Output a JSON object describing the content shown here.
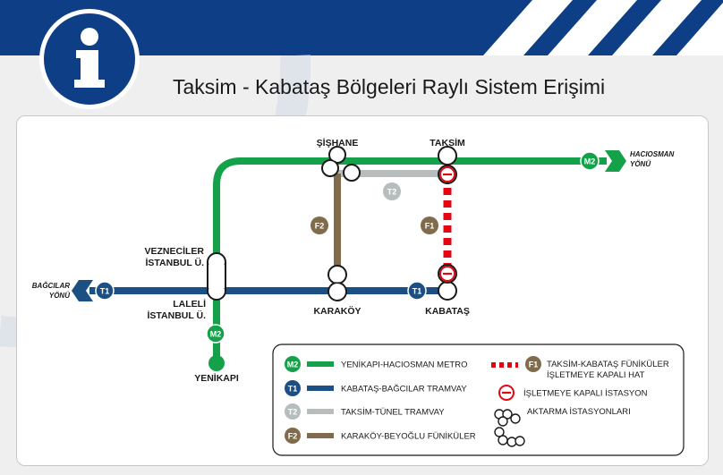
{
  "title": "Taksim - Kabataş Bölgeleri Raylı Sistem Erişimi",
  "colors": {
    "header": "#0e3e86",
    "m2": "#15a04a",
    "t1": "#1c4f83",
    "t2": "#b7bcbd",
    "f2": "#806c4c",
    "f1_closed": "#e30613"
  },
  "stations": {
    "sishane": "ŞİŞHANE",
    "taksim": "TAKSİM",
    "vezneciler_1": "VEZNECİLER",
    "vezneciler_2": "İSTANBUL Ü.",
    "laleli_1": "LALELİ",
    "laleli_2": "İSTANBUL Ü.",
    "karakoy": "KARAKÖY",
    "kabatas": "KABATAŞ",
    "yenikapi": "YENİKAPI"
  },
  "directions": {
    "hacıosman_1": "HACIOSMAN",
    "hacıosman_2": "YÖNÜ",
    "bagcilar_1": "BAĞCILAR",
    "bagcilar_2": "YÖNÜ"
  },
  "line_badges": {
    "m2": "M2",
    "t1": "T1",
    "t2": "T2",
    "f1": "F1",
    "f2": "F2"
  },
  "legend": {
    "m2": "YENİKAPI-HACIOSMAN METRO",
    "t1": "KABATAŞ-BAĞCILAR TRAMVAY",
    "t2": "TAKSİM-TÜNEL TRAMVAY",
    "f2": "KARAKÖY-BEYOĞLU FÜNİKÜLER",
    "f1_1": "TAKSİM-KABATAŞ FÜNİKÜLER",
    "f1_2": "İŞLETMEYE KAPALI HAT",
    "closed_station": "İŞLETMEYE KAPALI İSTASYON",
    "transfer": "AKTARMA İSTASYONLARI"
  }
}
